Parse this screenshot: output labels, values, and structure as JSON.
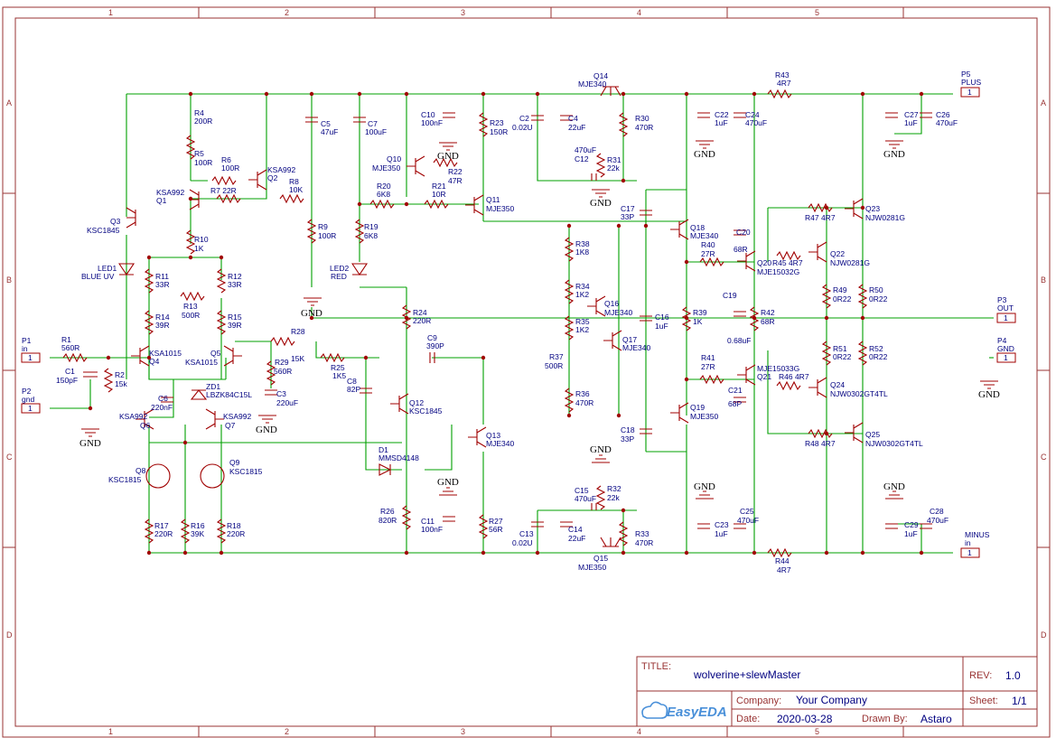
{
  "frame": {
    "columns": [
      "1",
      "2",
      "3",
      "4",
      "5"
    ],
    "rows": [
      "A",
      "B",
      "C",
      "D"
    ]
  },
  "colors": {
    "border": "#993333",
    "wire": "#00a000",
    "component": "#a00000",
    "label": "#000080",
    "node": "#a00000"
  },
  "title_block": {
    "title_key": "TITLE:",
    "title": "wolverine+slewMaster",
    "rev_key": "REV:",
    "rev": "1.0",
    "company_key": "Company:",
    "company": "Your Company",
    "sheet_key": "Sheet:",
    "sheet": "1/1",
    "date_key": "Date:",
    "date": "2020-03-28",
    "drawn_key": "Drawn By:",
    "drawn_by": "Astaro",
    "logo_text": "EasyEDA"
  },
  "ports": {
    "p1": [
      "P1",
      "in",
      "1"
    ],
    "p2": [
      "P2",
      "gnd",
      "1"
    ],
    "p3": [
      "P3",
      "OUT",
      "1"
    ],
    "p4": [
      "P4",
      "GND",
      "1"
    ],
    "p5": [
      "P5",
      "PLUS",
      "1"
    ],
    "minus": [
      "MINUS",
      "in",
      "1"
    ]
  },
  "gnd_label": "GND",
  "labels": {
    "r1": [
      "R1",
      "560R"
    ],
    "c1": [
      "C1",
      "150pF"
    ],
    "r2": [
      "R2",
      "15k"
    ],
    "r4": [
      "R4",
      "200R"
    ],
    "r5": [
      "R5",
      "100R"
    ],
    "r6": [
      "R6",
      "100R"
    ],
    "q2": [
      "KSA992",
      "Q2"
    ],
    "q1": [
      "KSA992",
      "Q1"
    ],
    "r7": [
      "R7 22R"
    ],
    "r8": [
      "R8",
      "10K"
    ],
    "q3": [
      "Q3",
      "KSC1845"
    ],
    "r10": [
      "R10",
      "1K"
    ],
    "led1": [
      "LED1",
      "BLUE UV"
    ],
    "r11": [
      "R11",
      "33R"
    ],
    "r12": [
      "R12",
      "33R"
    ],
    "r13": [
      "R13",
      "500R"
    ],
    "r14": [
      "R14",
      "39R"
    ],
    "r15": [
      "R15",
      "39R"
    ],
    "q4": [
      "KSA1015",
      "Q4"
    ],
    "q5": [
      "Q5",
      "KSA1015"
    ],
    "c6": [
      "C6",
      "220nF"
    ],
    "zd1": [
      "ZD1",
      "LBZK84C15L"
    ],
    "q6": [
      "KSA992",
      "Q6"
    ],
    "q7": [
      "KSA992",
      "Q7"
    ],
    "q8": [
      "Q8",
      "KSC1815"
    ],
    "q9": [
      "Q9",
      "KSC1815"
    ],
    "r17": [
      "R17",
      "220R"
    ],
    "r16": [
      "R16",
      "39K"
    ],
    "r18": [
      "R18",
      "220R"
    ],
    "c5": [
      "C5",
      "47uF"
    ],
    "c7": [
      "C7",
      "100uF"
    ],
    "r9": [
      "R9",
      "100R"
    ],
    "r19": [
      "R19",
      "6K8"
    ],
    "led2": [
      "LED2",
      "RED"
    ],
    "r28": [
      "R28",
      "15K"
    ],
    "r29": [
      "R29",
      "560R"
    ],
    "c3": [
      "C3",
      "220uF"
    ],
    "r25": [
      "R25",
      "1K5"
    ],
    "c8": [
      "C8",
      "82P"
    ],
    "c9": [
      "C9",
      "390P"
    ],
    "r24": [
      "R24",
      "220R"
    ],
    "q12": [
      "Q12",
      "KSC1845"
    ],
    "d1": [
      "D1",
      "MMSD4148"
    ],
    "r26": [
      "R26",
      "820R"
    ],
    "c11": [
      "C11",
      "100nF"
    ],
    "q13": [
      "Q13",
      "MJE340"
    ],
    "r27": [
      "R27",
      "56R"
    ],
    "c10": [
      "C10",
      "100nF"
    ],
    "q10": [
      "Q10",
      "MJE350"
    ],
    "r22": [
      "R22",
      "47R"
    ],
    "r20": [
      "R20",
      "6K8"
    ],
    "r21": [
      "R21",
      "10R"
    ],
    "q11": [
      "Q11",
      "MJE350"
    ],
    "r23": [
      "R23",
      "150R"
    ],
    "c2": [
      "C2",
      "0.02U"
    ],
    "c4": [
      "C4",
      "22uF"
    ],
    "q14": [
      "Q14",
      "MJE340"
    ],
    "r30": [
      "R30",
      "470R"
    ],
    "c12": [
      "470uF",
      "C12"
    ],
    "r31": [
      "R31",
      "22k"
    ],
    "c17": [
      "C17",
      "33P"
    ],
    "r38": [
      "R38",
      "1K8"
    ],
    "r34": [
      "R34",
      "1K2"
    ],
    "q16": [
      "Q16",
      "MJE340"
    ],
    "r35": [
      "R35",
      "1K2"
    ],
    "q17": [
      "Q17",
      "MJE340"
    ],
    "r37": [
      "R37",
      "500R"
    ],
    "r36": [
      "R36",
      "470R"
    ],
    "c16": [
      "C16",
      "1uF"
    ],
    "c18": [
      "C18",
      "33P"
    ],
    "c15": [
      "C15",
      "470uF"
    ],
    "r32": [
      "R32",
      "22k"
    ],
    "c13": [
      "C13",
      "0.02U"
    ],
    "c14": [
      "C14",
      "22uF"
    ],
    "q15": [
      "Q15",
      "MJE350"
    ],
    "r33": [
      "R33",
      "470R"
    ],
    "c22": [
      "C22",
      "1uF"
    ],
    "c24": [
      "C24",
      "470uF"
    ],
    "r43": [
      "R43",
      "4R7"
    ],
    "c27": [
      "C27",
      "1uF"
    ],
    "c26": [
      "C26",
      "470uF"
    ],
    "q18": [
      "Q18",
      "MJE340"
    ],
    "r40": [
      "R40",
      "27R"
    ],
    "c20": [
      "C20",
      "68R"
    ],
    "q20": [
      "Q20",
      "MJE15032G"
    ],
    "r45": [
      "R45 4R7"
    ],
    "c19": [
      "C19",
      "0.68uF"
    ],
    "r39": [
      "R39",
      "1K"
    ],
    "r42": [
      "R42",
      "68R"
    ],
    "q22": [
      "Q22",
      "NJW0281G"
    ],
    "r47": [
      "R47 4R7"
    ],
    "q23": [
      "Q23",
      "NJW0281G"
    ],
    "r49": [
      "R49",
      "0R22"
    ],
    "r50": [
      "R50",
      "0R22"
    ],
    "r51": [
      "R51",
      "0R22"
    ],
    "r52": [
      "R52",
      "0R22"
    ],
    "r41": [
      "R41",
      "27R"
    ],
    "c21": [
      "C21",
      "68P"
    ],
    "q21": [
      "MJE15033G",
      "Q21"
    ],
    "r46": [
      "R46 4R7"
    ],
    "q24": [
      "Q24",
      "NJW0302GT4TL"
    ],
    "q19": [
      "Q19",
      "MJE350"
    ],
    "r48": [
      "R48 4R7"
    ],
    "q25": [
      "Q25",
      "NJW0302GT4TL"
    ],
    "c23": [
      "C23",
      "1uF"
    ],
    "c25": [
      "C25",
      "470uF"
    ],
    "r44": [
      "R44",
      "4R7"
    ],
    "c29": [
      "C29",
      "1uF"
    ],
    "c28": [
      "C28",
      "470uF"
    ]
  }
}
